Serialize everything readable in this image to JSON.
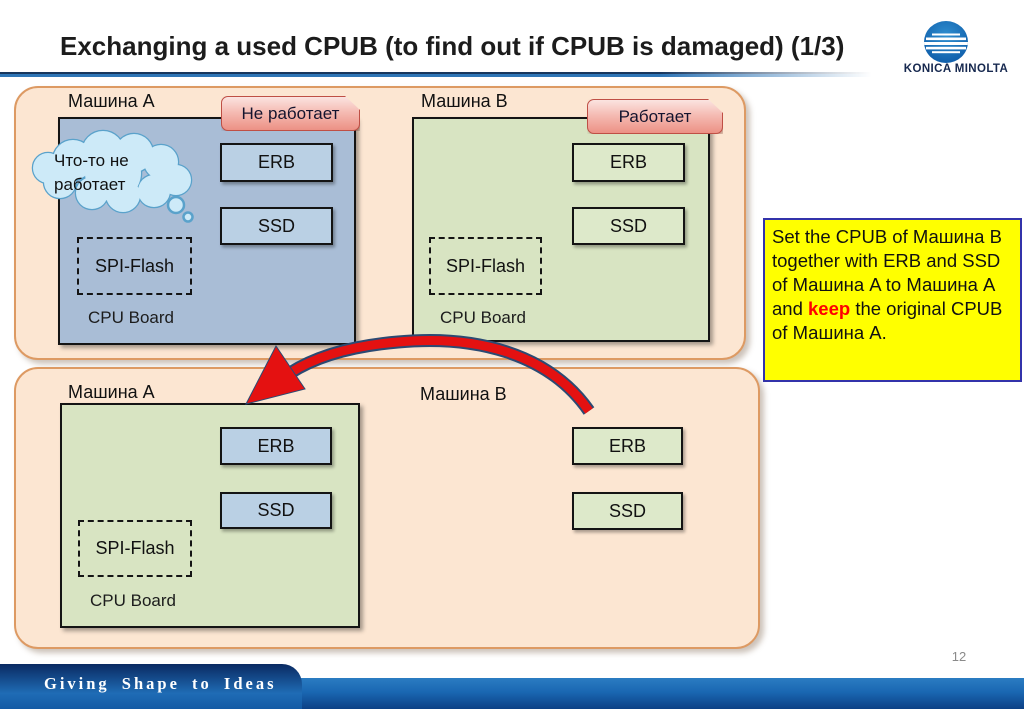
{
  "slide": {
    "title": "Exchanging a used CPUB (to find out if CPUB is damaged) (1/3)",
    "page_number": "12"
  },
  "brand": {
    "name": "KONICA MINOLTA",
    "slogan": "Giving Shape to Ideas"
  },
  "note": {
    "text_before": "Set the CPUB of Машина B together with ERB and SSD of Машина A to Машина A and ",
    "highlight": "keep",
    "text_after": " the original CPUB of Машина A."
  },
  "top": {
    "machine_a": {
      "name": "Машина A",
      "status_badge": "Не работает",
      "thought_bubble": "Что-то не работает",
      "erb": "ERB",
      "ssd": "SSD",
      "spi_flash": "SPI-Flash",
      "board": "CPU Board"
    },
    "machine_b": {
      "name": "Машина B",
      "status_badge": "Работает",
      "erb": "ERB",
      "ssd": "SSD",
      "spi_flash": "SPI-Flash",
      "board": "CPU Board"
    }
  },
  "bottom": {
    "machine_a": {
      "name": "Машина A",
      "erb": "ERB",
      "ssd": "SSD",
      "spi_flash": "SPI-Flash",
      "board": "CPU Board"
    },
    "machine_b": {
      "name": "Машина B",
      "erb": "ERB",
      "ssd": "SSD"
    }
  },
  "colors": {
    "board_blue": "#a9bdd6",
    "component_blue": "#bad0e4",
    "board_green": "#d8e4c2",
    "component_green": "#dde9ca",
    "panel_fill": "#fce6d2",
    "panel_border": "#dd9a63",
    "note_fill": "#ffff00",
    "note_border": "#3333aa",
    "badge_border": "#bf4f45",
    "highlight_red": "#ff0000",
    "arrow_red": "#e41111",
    "footer_blue": "#1a67b2"
  }
}
